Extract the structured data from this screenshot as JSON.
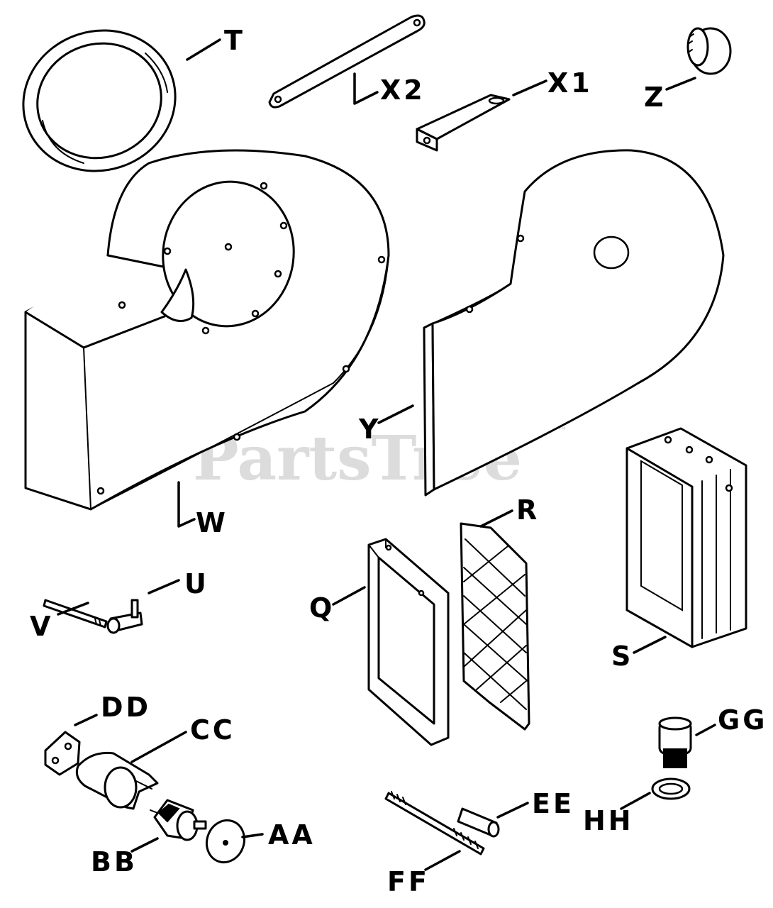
{
  "watermark": {
    "text": "PartsTree",
    "trademark": "™",
    "color": "#d6d6d6"
  },
  "callouts": {
    "T": "T",
    "X2": "X2",
    "X1": "X1",
    "Z": "Z",
    "W": "W",
    "Y": "Y",
    "R": "R",
    "Q": "Q",
    "S": "S",
    "U": "U",
    "V": "V",
    "DD": "DD",
    "CC": "CC",
    "BB": "BB",
    "AA": "AA",
    "EE": "EE",
    "FF": "FF",
    "GG": "GG",
    "HH": "HH"
  },
  "colors": {
    "line": "#000000",
    "background": "#ffffff"
  }
}
